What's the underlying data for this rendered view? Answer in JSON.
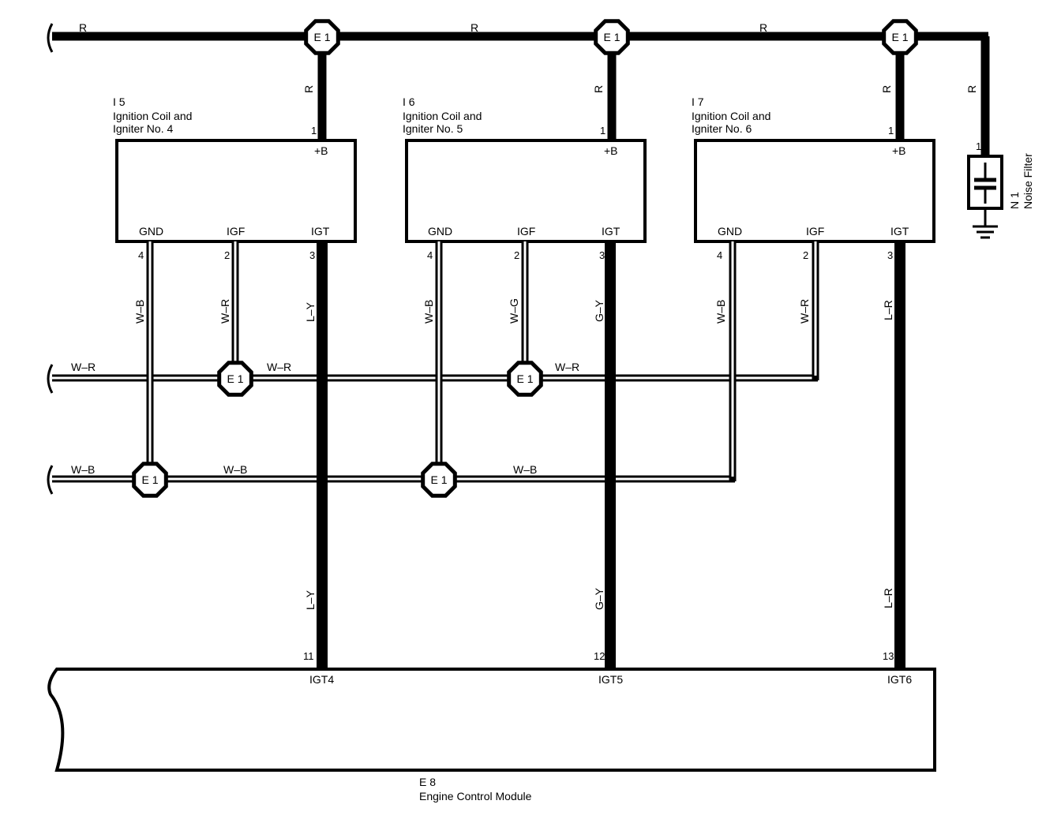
{
  "wire_colors": {
    "r": "R",
    "wr": "W–R",
    "wb": "W–B",
    "wg": "W–G",
    "ly": "L–Y",
    "gy": "G–Y",
    "lr": "L–R"
  },
  "splice": {
    "label": "E 1"
  },
  "components": {
    "i5": {
      "id": "I 5",
      "name1": "Ignition Coil and",
      "name2": "Igniter No. 4"
    },
    "i6": {
      "id": "I 6",
      "name1": "Ignition Coil and",
      "name2": "Igniter No. 5"
    },
    "i7": {
      "id": "I 7",
      "name1": "Ignition Coil and",
      "name2": "Igniter No. 6"
    },
    "n1": {
      "id": "N 1",
      "name": "Noise Filter"
    },
    "e8": {
      "id": "E 8",
      "name": "Engine Control Module"
    }
  },
  "terminals": {
    "b": "+B",
    "gnd": "GND",
    "igf": "IGF",
    "igt": "IGT",
    "igt4": "IGT4",
    "igt5": "IGT5",
    "igt6": "IGT6"
  },
  "pins": {
    "p1": "1",
    "p2": "2",
    "p3": "3",
    "p4": "4",
    "p11": "11",
    "p12": "12",
    "p13": "13"
  },
  "colors": {
    "ink": "#000000",
    "paper": "#ffffff"
  }
}
